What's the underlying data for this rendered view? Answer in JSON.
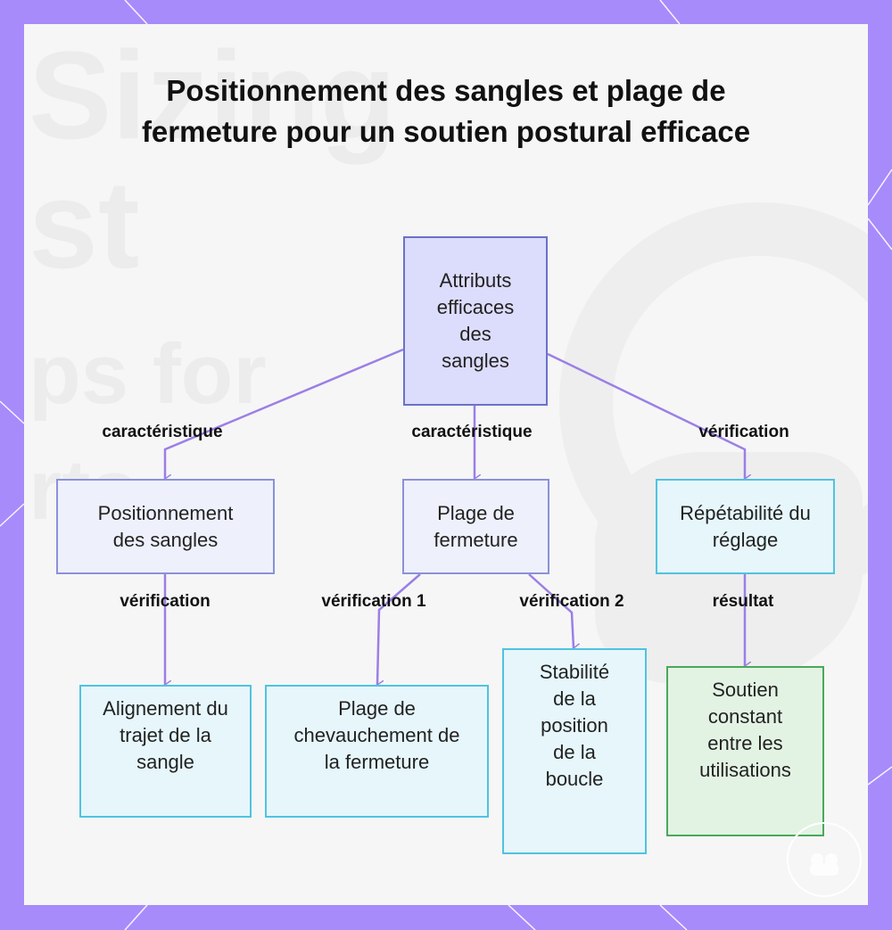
{
  "title": "Positionnement des sangles et plage de fermeture pour un soutien postural efficace",
  "background_text": {
    "line1": "Sizing",
    "line2": "st",
    "line3": "ps for",
    "line4": "rts"
  },
  "colors": {
    "frame": "#a78bfa",
    "root_fill": "#dcdcfc",
    "lavender_fill": "#eef0fc",
    "cyan_fill": "#e6f6fb",
    "green_fill": "#e3f3e3",
    "edge": "#9b7fe6"
  },
  "nodes": {
    "root": {
      "label": "Attributs efficaces des sangles"
    },
    "positionnement": {
      "label": "Positionnement des sangles"
    },
    "plage": {
      "label": "Plage de fermeture"
    },
    "repetabilite": {
      "label": "Répétabilité du réglage"
    },
    "alignement": {
      "label": "Alignement du trajet de la sangle"
    },
    "chevauchement": {
      "label": "Plage de chevauchement de la fermeture"
    },
    "stabilite": {
      "label": "Stabilité de la position de la boucle"
    },
    "soutien": {
      "label": "Soutien constant entre les utilisations"
    }
  },
  "edges": {
    "root_positionnement": "caractéristique",
    "root_plage": "caractéristique",
    "root_repetabilite": "vérification",
    "positionnement_alignement": "vérification",
    "plage_chevauchement": "vérification 1",
    "plage_stabilite": "vérification 2",
    "repetabilite_soutien": "résultat"
  }
}
